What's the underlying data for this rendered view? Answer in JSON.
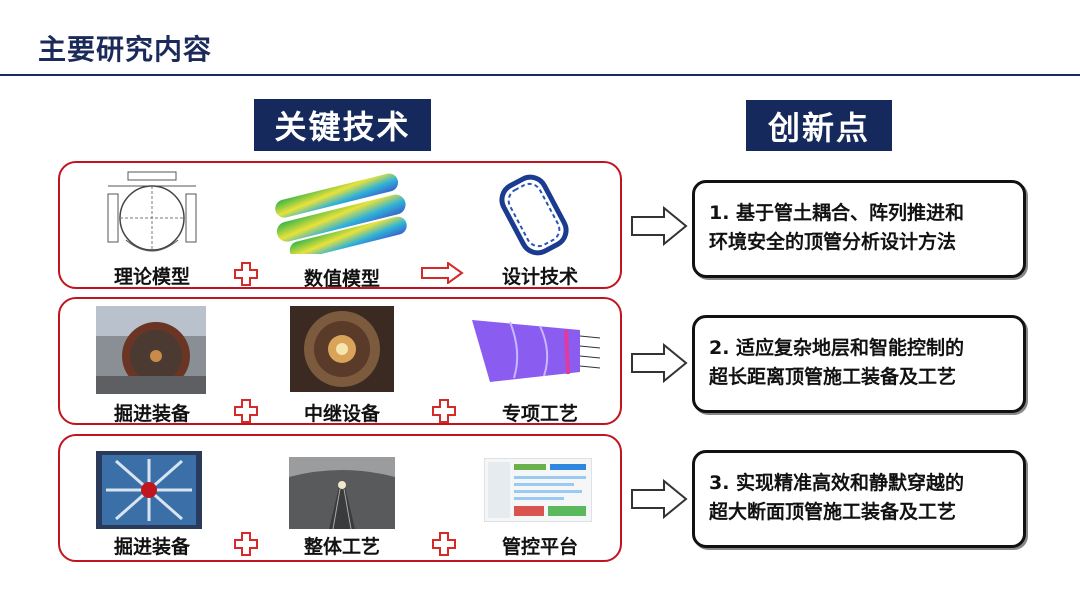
{
  "page": {
    "title": "主要研究内容"
  },
  "headers": {
    "key_tech": "关键技术",
    "innovation": "创新点"
  },
  "rows": [
    {
      "items": [
        "理论模型",
        "数值模型",
        "设计技术"
      ],
      "connectors": [
        "plus",
        "arrow"
      ]
    },
    {
      "items": [
        "掘进装备",
        "中继设备",
        "专项工艺"
      ],
      "connectors": [
        "plus",
        "plus"
      ]
    },
    {
      "items": [
        "掘进装备",
        "整体工艺",
        "管控平台"
      ],
      "connectors": [
        "plus",
        "plus"
      ]
    }
  ],
  "innovations": [
    {
      "line1": "1. 基于管土耦合、阵列推进和",
      "line2": "环境安全的顶管分析设计方法"
    },
    {
      "line1": "2. 适应复杂地层和智能控制的",
      "line2": "超长距离顶管施工装备及工艺"
    },
    {
      "line1": "3. 实现精准高效和静默穿越的",
      "line2": "超大断面顶管施工装备及工艺"
    }
  ],
  "colors": {
    "navy": "#16295d",
    "red": "#c0141e"
  }
}
